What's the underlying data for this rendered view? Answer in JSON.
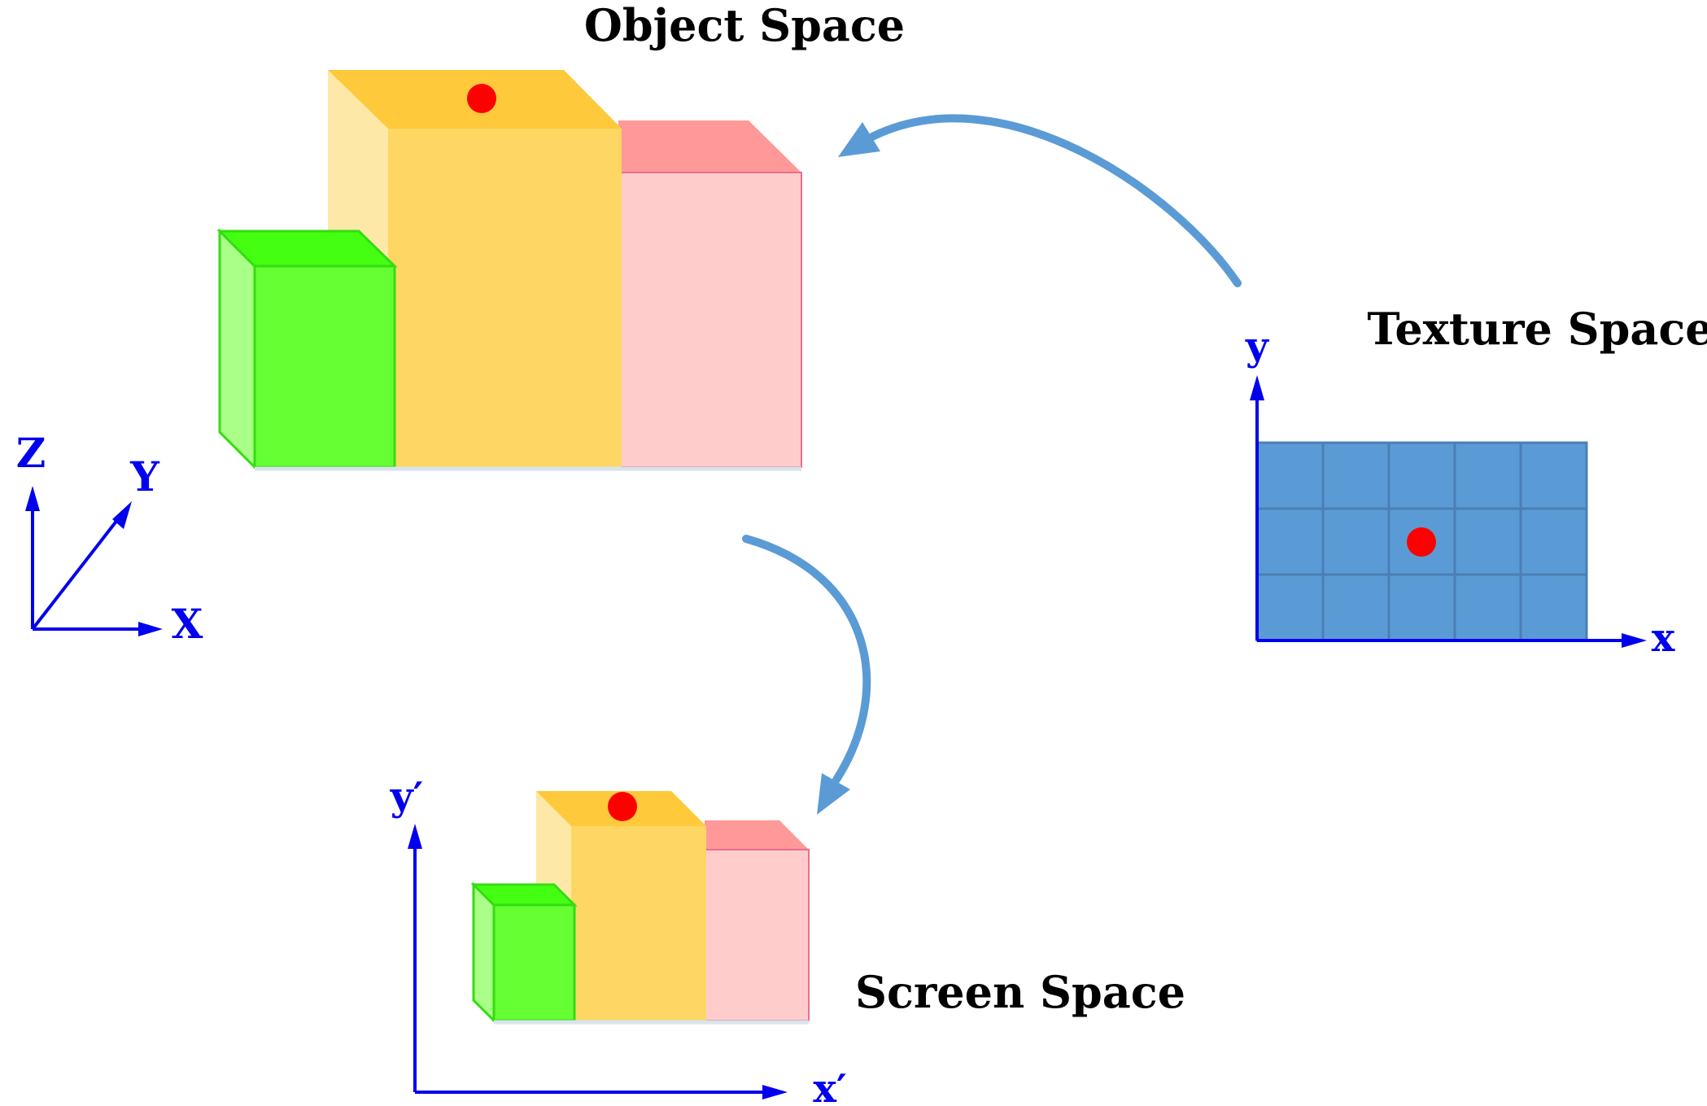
{
  "titles": {
    "object_space": "Object Space",
    "texture_space": "Texture Space",
    "screen_space": "Screen Space"
  },
  "axes": {
    "world": {
      "z": "Z",
      "y": "Y",
      "x": "X"
    },
    "texture": {
      "y": "y",
      "x": "x"
    },
    "screen": {
      "y": "y′",
      "x": "x′"
    }
  },
  "colors": {
    "axis": "#0000ee",
    "arrow": "#5b9bd5",
    "marker": "#ff0000",
    "grid_fill": "#5b9bd5",
    "grid_line": "#4a7fb5",
    "yellow_front": "#fdd663",
    "yellow_top": "#fec93a",
    "yellow_side": "#fee8a8",
    "green_front": "#66ff33",
    "green_top": "#44ff11",
    "green_side": "#aaff88",
    "green_edge": "#33dd11",
    "pink_front": "#ffcccc",
    "pink_top": "#ff9999",
    "pink_edge": "#e86f8a"
  },
  "texture_grid": {
    "columns": 5,
    "rows": 3
  }
}
